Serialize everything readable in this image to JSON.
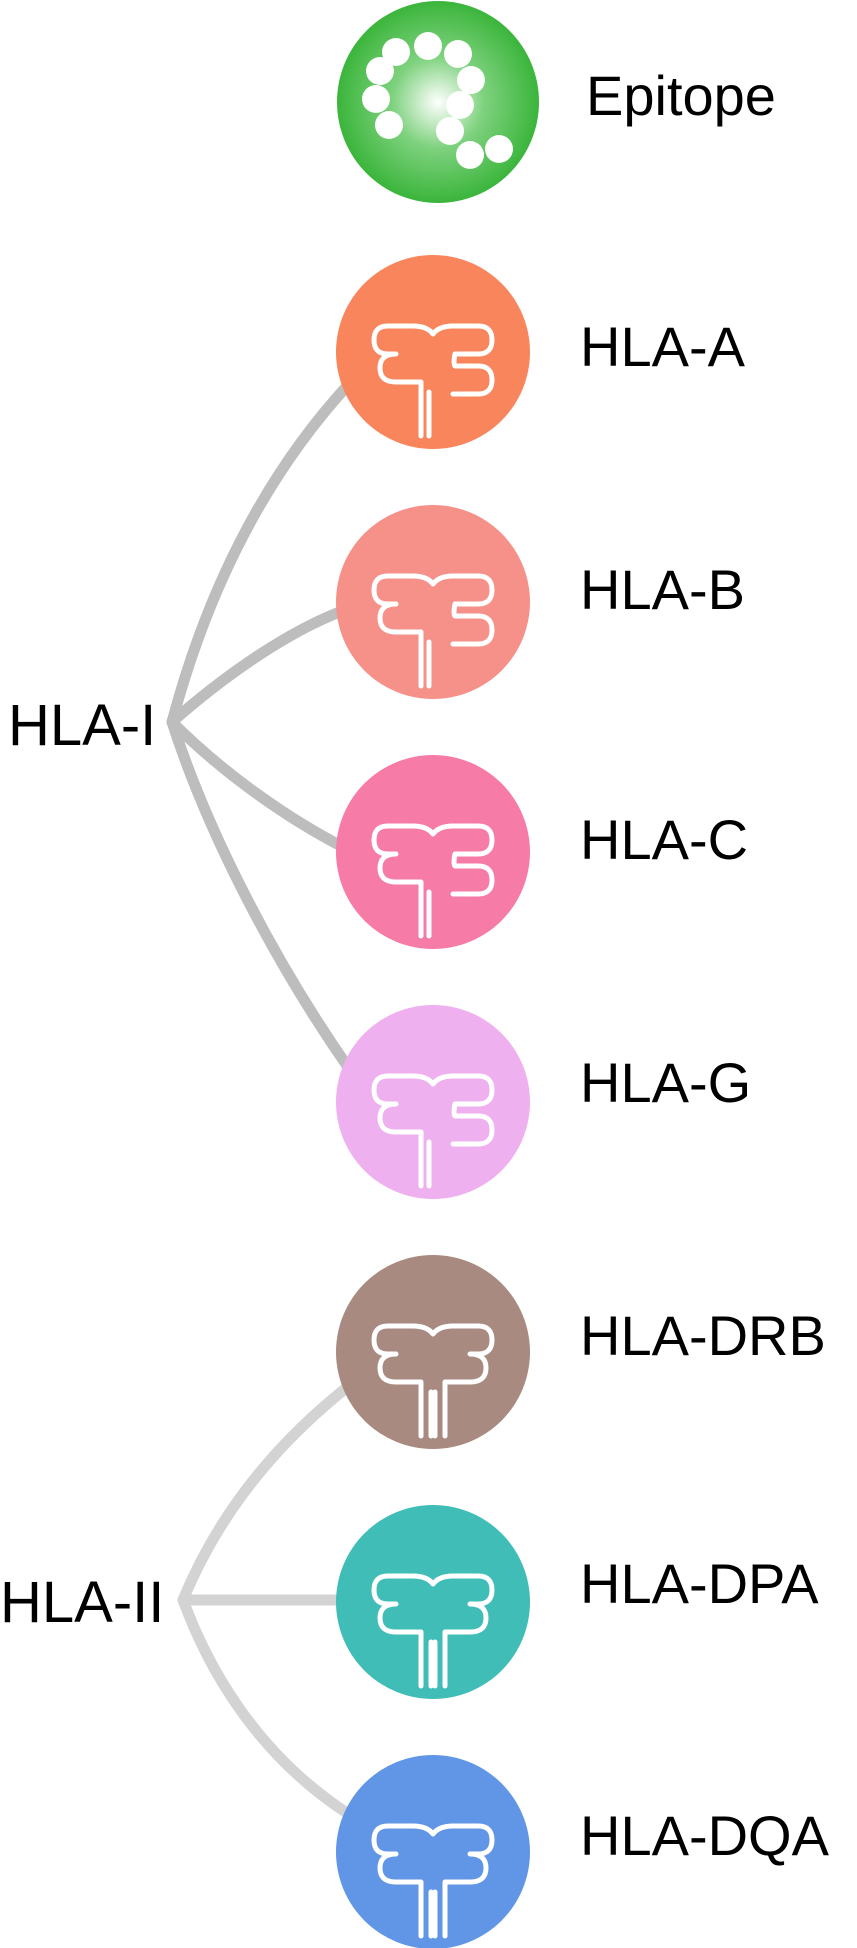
{
  "groups": [
    {
      "label": "HLA-I",
      "members": [
        "HLA-A",
        "HLA-B",
        "HLA-C",
        "HLA-G"
      ]
    },
    {
      "label": "HLA-II",
      "members": [
        "HLA-DRB",
        "HLA-DPA",
        "HLA-DQA"
      ]
    }
  ],
  "nodes": [
    {
      "id": "epitope",
      "label": "Epitope",
      "color": "#3bb53b",
      "icon": "epitope-beads-icon"
    },
    {
      "id": "hla-a",
      "label": "HLA-A",
      "color": "#f9855c",
      "icon": "hla-class-i-molecule-icon"
    },
    {
      "id": "hla-b",
      "label": "HLA-B",
      "color": "#f6918a",
      "icon": "hla-class-i-molecule-icon"
    },
    {
      "id": "hla-c",
      "label": "HLA-C",
      "color": "#f77ba7",
      "icon": "hla-class-i-molecule-icon"
    },
    {
      "id": "hla-g",
      "label": "HLA-G",
      "color": "#efb0ef",
      "icon": "hla-class-i-molecule-icon"
    },
    {
      "id": "hla-drb",
      "label": "HLA-DRB",
      "color": "#a88a80",
      "icon": "hla-class-ii-molecule-icon"
    },
    {
      "id": "hla-dpa",
      "label": "HLA-DPA",
      "color": "#41bdb8",
      "icon": "hla-class-ii-molecule-icon"
    },
    {
      "id": "hla-dqa",
      "label": "HLA-DQA",
      "color": "#6196e6",
      "icon": "hla-class-ii-molecule-icon"
    }
  ],
  "connector_colors": {
    "hla_i": "#bdbdbd",
    "hla_ii": "#d3d3d3"
  }
}
